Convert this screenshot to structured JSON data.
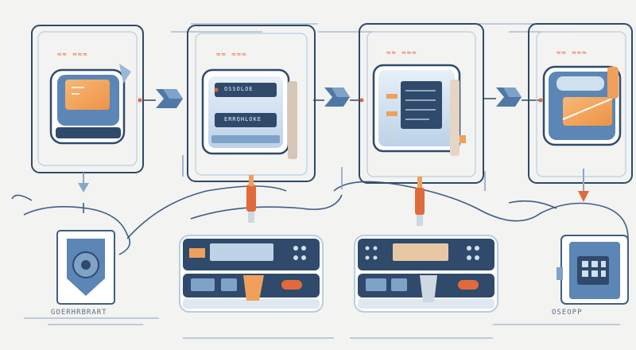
{
  "diagram": {
    "stage_labels": {
      "stage1": "≈≈ ≈≈≈",
      "stage2": "≈≈ ≈≈≈",
      "stage3": "≈≈ ≈≈≈",
      "stage4": "≈≈ ≈≈≈"
    },
    "bottom_labels": {
      "left": "GOERHRBRART",
      "right": "OSEOPP"
    },
    "screen_tags": {
      "panel2_bar1": "OSSOLOE",
      "panel2_bar2": "ERRQHLOKE"
    },
    "colors": {
      "navy": "#2f4a6b",
      "blue": "#5b86b6",
      "light_blue": "#cfe0ef",
      "orange": "#f0a05a",
      "red_orange": "#e06a3b",
      "background": "#f3f3f1"
    }
  }
}
